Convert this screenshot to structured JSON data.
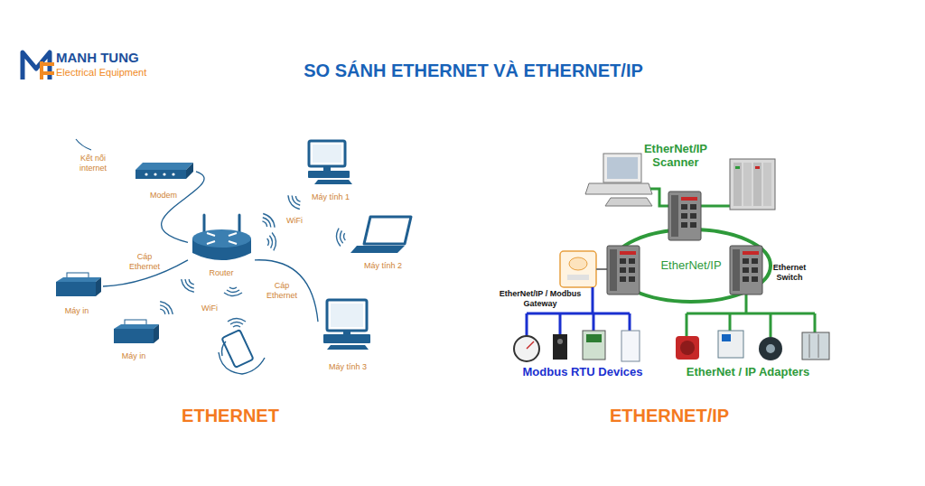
{
  "diagram": {
    "title": "SO SÁNH ETHERNET VÀ ETHERNET/IP",
    "nodes": [
      {
        "text": [
          "Modem"
        ]
      },
      {
        "text": [
          "Máy tính 1"
        ]
      },
      {
        "text": [
          "Router"
        ]
      },
      {
        "text": [
          "Máy tính 2"
        ]
      },
      {
        "text": [
          "Máy in"
        ]
      },
      {
        "text": [
          "Máy in"
        ]
      },
      {
        "text": [
          "Máy tính 3"
        ]
      },
      {
        "text": [
          "EtherNet/IP"
        ]
      }
    ],
    "edges": [
      {
        "from": 0,
        "to": 2,
        "arrow": "none"
      },
      {
        "from": 2,
        "to": 4,
        "label": "Cáp Ethernet",
        "arrow": "none"
      },
      {
        "from": 2,
        "to": 6,
        "label": "Cáp Ethernet",
        "arrow": "none"
      }
    ],
    "labels": [
      "MANH TUNG",
      "Electrical Equipment",
      "Kết nối internet",
      "WiFi",
      "WiFi",
      "ETHERNET",
      "EtherNet/IP Scanner",
      "Ethernet Switch",
      "EtherNet/IP / Modbus Gateway",
      "Modbus RTU Devices",
      "EtherNet / IP Adapters",
      "ETHERNET/IP"
    ]
  }
}
